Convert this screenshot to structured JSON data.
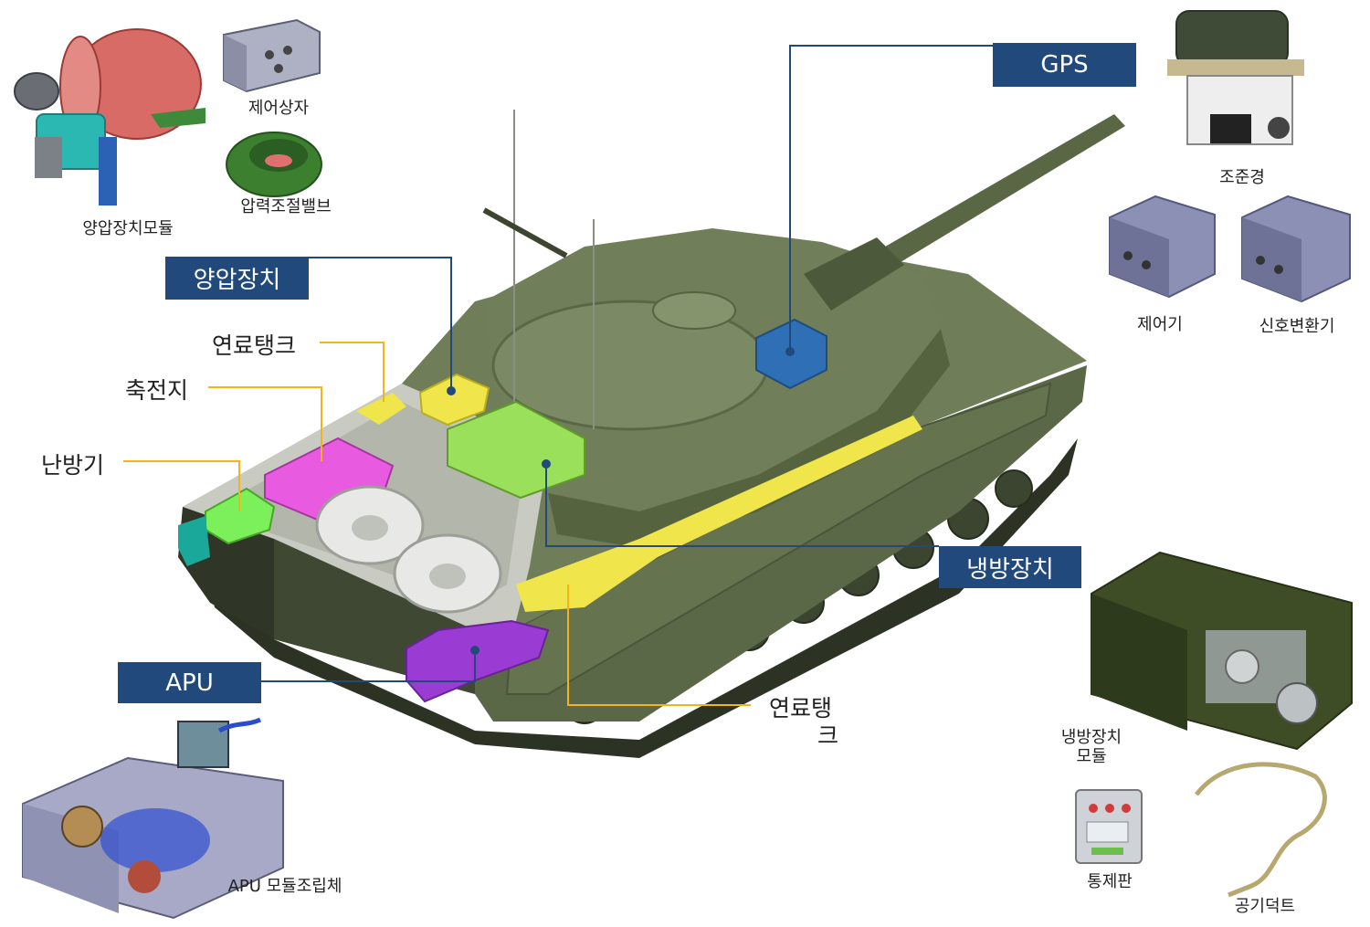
{
  "colors": {
    "label_box": "#22497b",
    "leader_blue": "#22497b",
    "leader_gold": "#f2b31b",
    "hull": "#5f6d4c",
    "hull_light": "#7b8964",
    "hull_dark": "#3f4a31",
    "heater_green": "#7cf05a",
    "battery_magenta": "#e85be0",
    "fuel_yellow": "#f0e54a",
    "apu_purple": "#9a3bd4",
    "gps_blue": "#2f6fb5"
  },
  "box_labels": {
    "gps": "GPS",
    "hydraulic": "양압장치",
    "cooling": "냉방장치",
    "apu": "APU"
  },
  "callouts": {
    "fuel_tank_top": "연료탱크",
    "battery": "축전지",
    "heater": "난방기",
    "fuel_tank_bottom_line1": "연료탱",
    "fuel_tank_bottom_line2": "크"
  },
  "component_captions": {
    "hydraulic_module": "양압장치모듈",
    "control_box": "제어상자",
    "pressure_valve": "압력조절밸브",
    "sight": "조준경",
    "controller": "제어기",
    "signal_converter": "신호변환기",
    "cooling_module_line1": "냉방장치",
    "cooling_module_line2": "모듈",
    "control_panel": "통제판",
    "air_duct": "공기덕트",
    "apu_assembly": "APU 모듈조립체"
  },
  "icons": {
    "hydraulic_module": "hydraulic-module-icon",
    "control_box": "control-box-icon",
    "pressure_valve": "pressure-valve-icon",
    "sight": "sight-icon",
    "controller": "controller-icon",
    "signal_converter": "signal-converter-icon",
    "cooling_module": "cooling-module-icon",
    "control_panel": "control-panel-icon",
    "air_duct": "air-duct-icon",
    "apu_assembly": "apu-assembly-icon",
    "tank": "tank-illustration"
  }
}
